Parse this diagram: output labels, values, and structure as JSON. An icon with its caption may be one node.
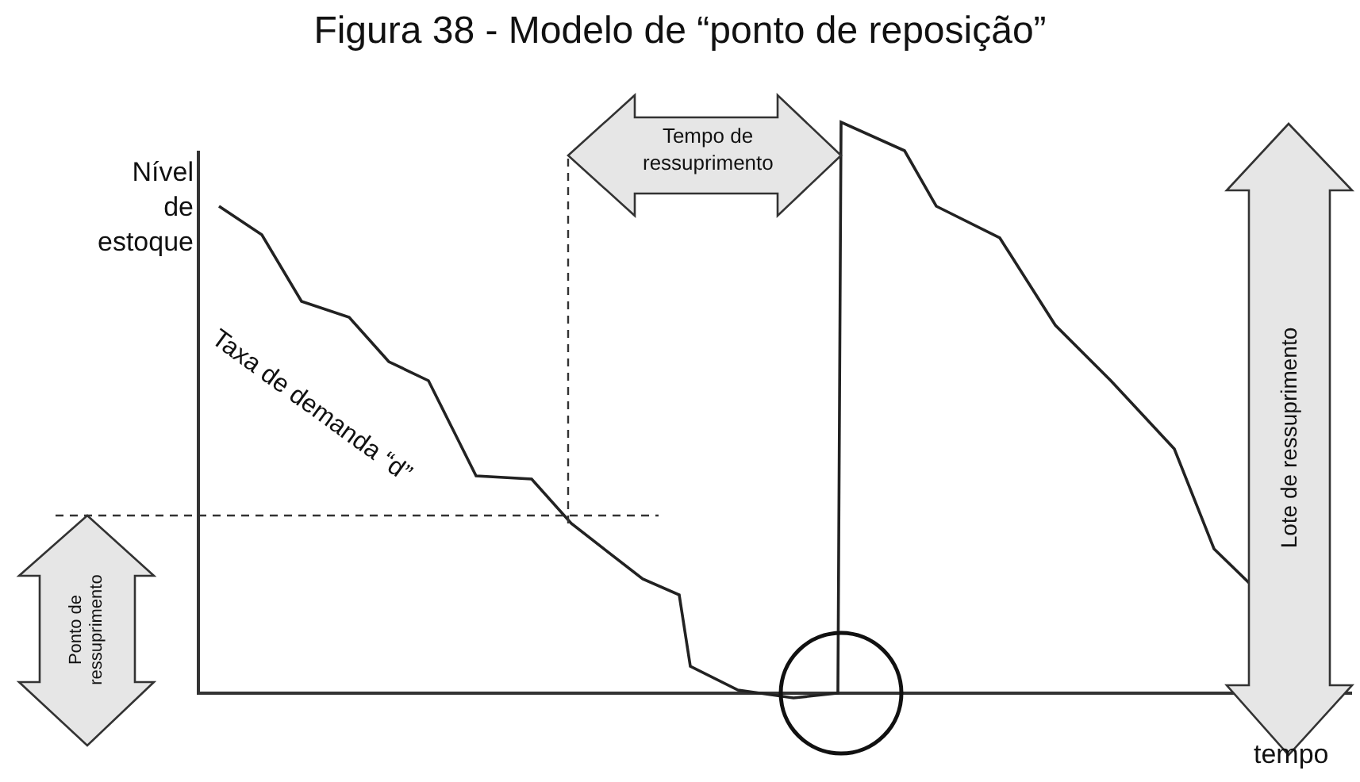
{
  "diagram": {
    "title": "Figura 38 - Modelo de “ponto de reposição”",
    "labels": [
      "Nível de estoque",
      "Taxa de demanda “d”",
      "Tempo de ressuprimento",
      "Lote de ressuprimento",
      "Ponto de ressuprimento",
      "tempo"
    ]
  }
}
